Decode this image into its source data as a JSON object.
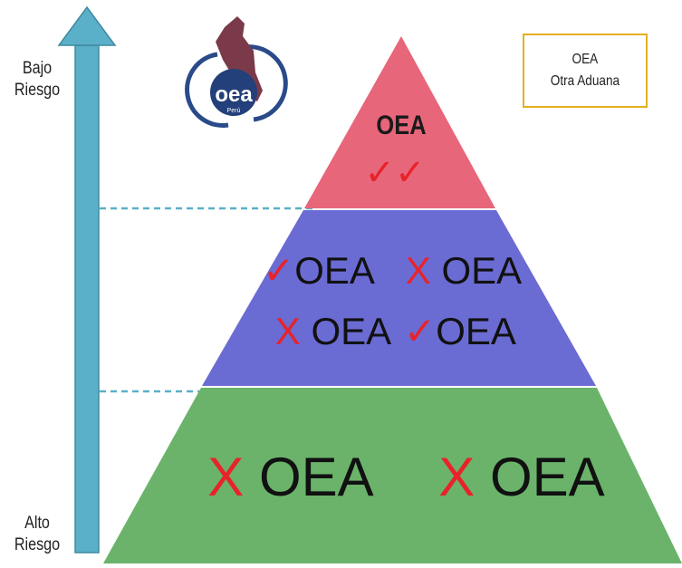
{
  "axis": {
    "top_label": "Bajo\nRiesgo",
    "bottom_label": "Alto\nRiesgo"
  },
  "legend": {
    "line1": "OEA",
    "line2": "Otra Aduana"
  },
  "logo": {
    "text": "oea",
    "subtext": "Perú"
  },
  "pyramid": {
    "top": {
      "color": "#e8667a",
      "label": "OEA",
      "marks": "✓✓"
    },
    "middle": {
      "color": "#6b6bd4",
      "items": [
        {
          "mark": "✓",
          "label": "OEA"
        },
        {
          "mark": "X",
          "label": "OEA"
        },
        {
          "mark": "X",
          "label": "OEA"
        },
        {
          "mark": "✓",
          "label": "OEA"
        }
      ]
    },
    "bottom": {
      "color": "#6bb36b",
      "items": [
        {
          "mark": "X",
          "label": "OEA"
        },
        {
          "mark": "X",
          "label": "OEA"
        }
      ]
    }
  },
  "colors": {
    "arrow": "#5ab0c8",
    "arrow_stroke": "#3f8aa0",
    "check": "#e8232a",
    "cross": "#e8232a",
    "dashed": "#5ab0c8",
    "legend_border": "#e7b020"
  }
}
